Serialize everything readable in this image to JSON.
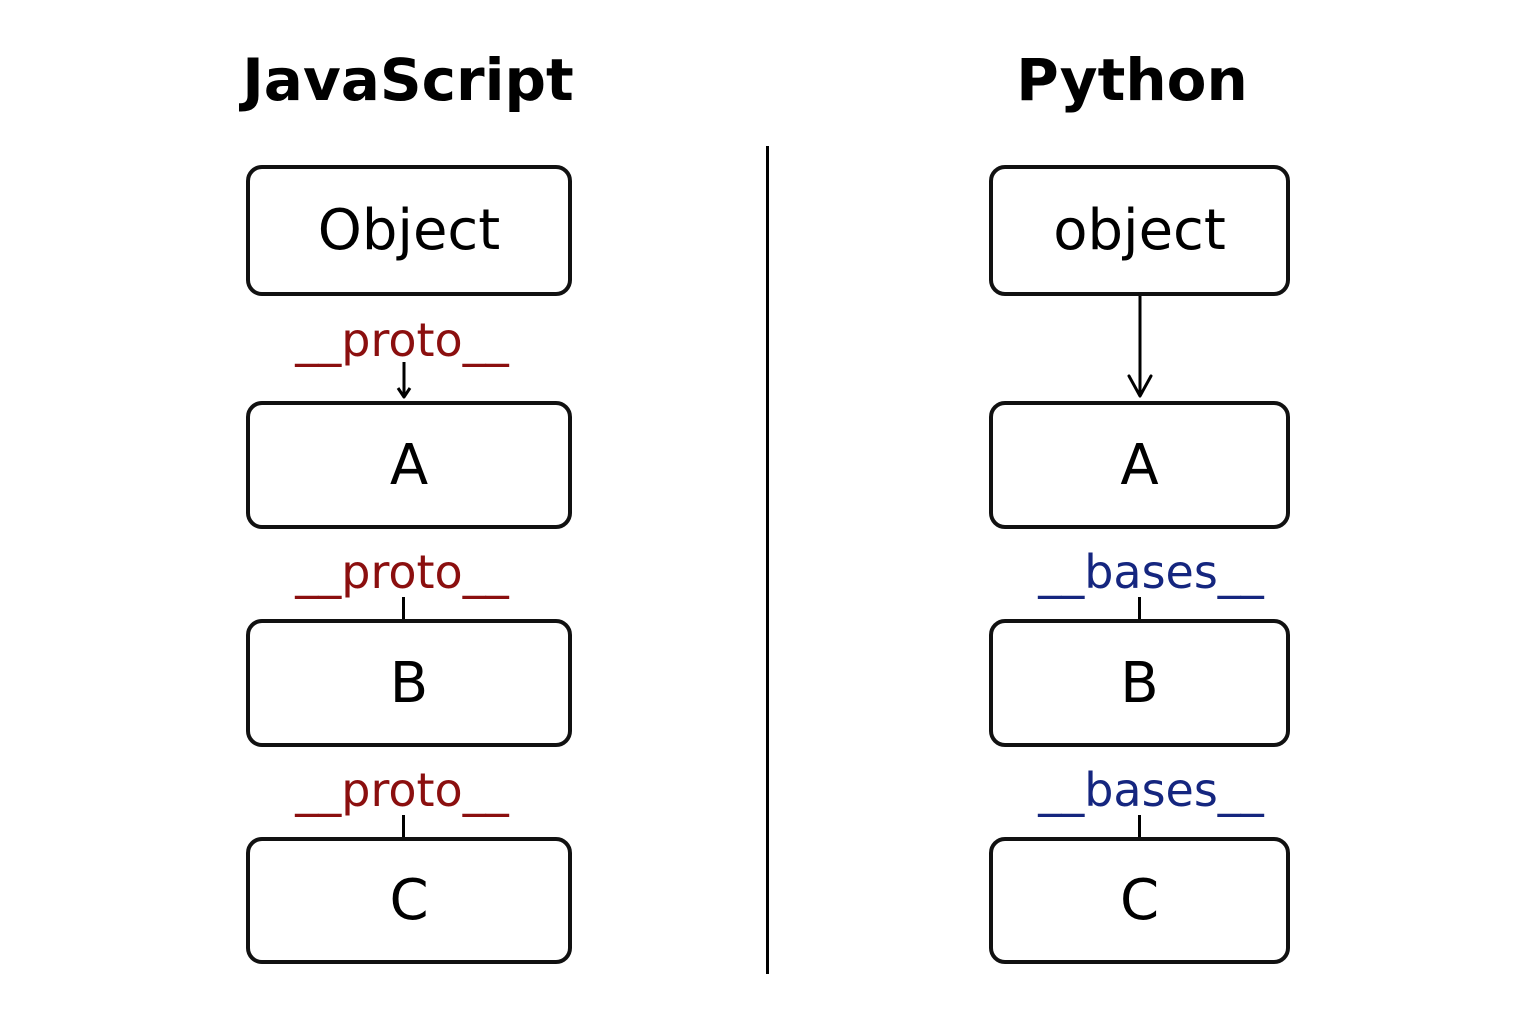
{
  "javascript": {
    "title": "JavaScript",
    "nodes": [
      "Object",
      "A",
      "B",
      "C"
    ],
    "edge_labels": [
      "__proto__",
      "__proto__",
      "__proto__"
    ]
  },
  "python": {
    "title": "Python",
    "nodes": [
      "object",
      "A",
      "B",
      "C"
    ],
    "edge_labels": [
      "__bases__",
      "__bases__"
    ]
  },
  "colors": {
    "proto_label": "#8b0f0f",
    "bases_label": "#15267f",
    "stroke": "#111111"
  }
}
